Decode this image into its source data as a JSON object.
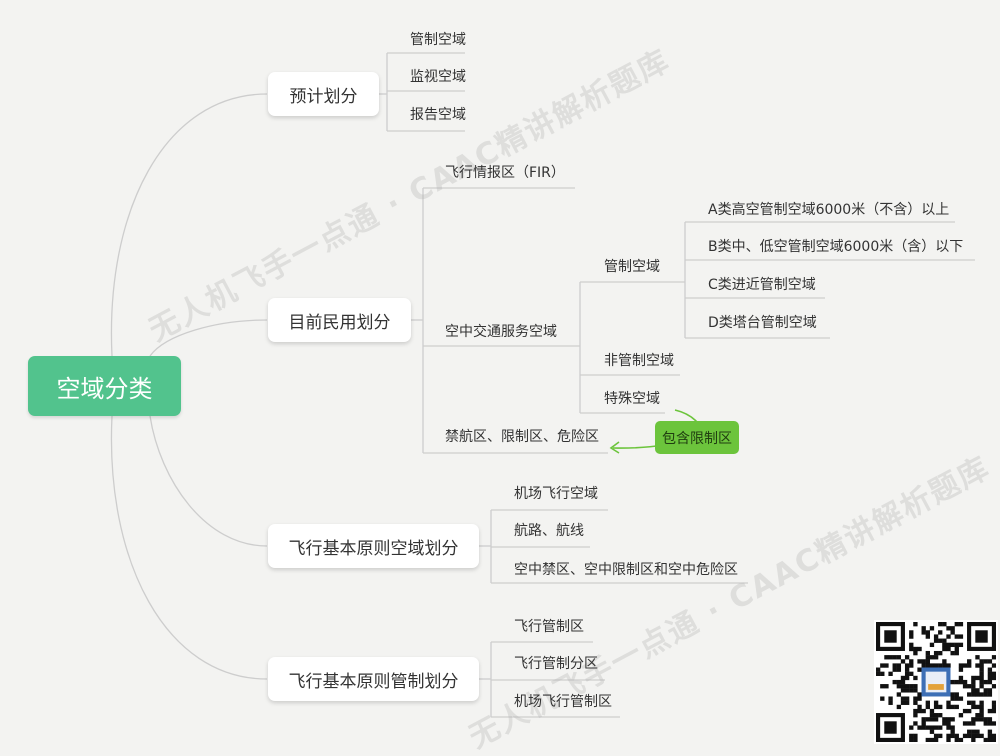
{
  "root": {
    "label": "空域分类"
  },
  "branches": [
    {
      "label": "预计划分",
      "children": [
        "管制空域",
        "监视空域",
        "报告空域"
      ]
    },
    {
      "label": "目前民用划分",
      "fir": "飞行情报区（FIR）",
      "atc_space": {
        "label": "空中交通服务空域",
        "controlled": {
          "label": "管制空域",
          "children": [
            "A类高空管制空域6000米（不含）以上",
            "B类中、低空管制空域6000米（含）以下",
            "C类进近管制空域",
            "D类塔台管制空域"
          ]
        },
        "uncontrolled": "非管制空域",
        "special": "特殊空域"
      },
      "restricted": "禁航区、限制区、危险区"
    },
    {
      "label": "飞行基本原则空域划分",
      "children": [
        "机场飞行空域",
        "航路、航线",
        "空中禁区、空中限制区和空中危险区"
      ]
    },
    {
      "label": "飞行基本原则管制划分",
      "children": [
        "飞行管制区",
        "飞行管制分区",
        "机场飞行管制区"
      ]
    }
  ],
  "callout": {
    "label": "包含限制区"
  },
  "colors": {
    "root": "#52c38d",
    "callout": "#6cc43c",
    "line": "#c9c9c9",
    "background": "#f3f3f1"
  },
  "watermark": {
    "text": "无人机飞手一点通 · CAAC精讲解析题库"
  }
}
